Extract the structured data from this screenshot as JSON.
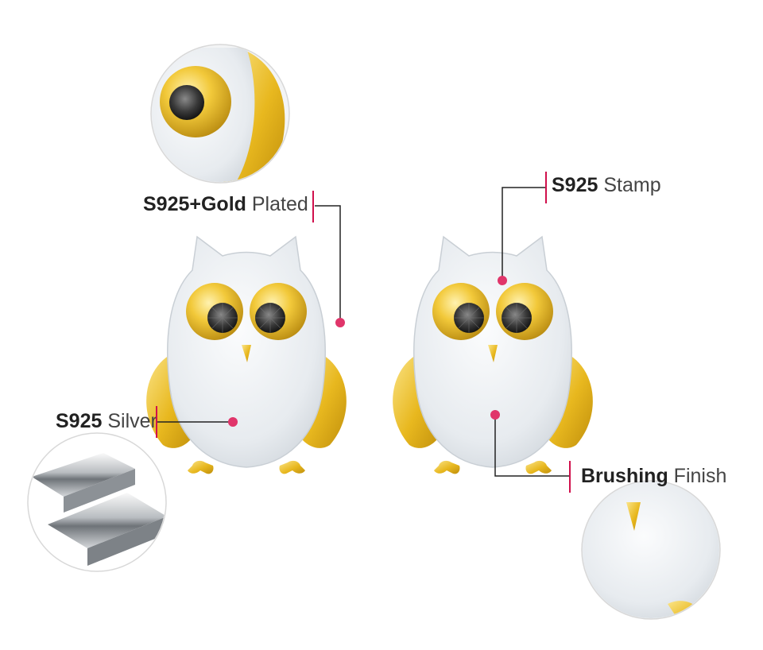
{
  "callouts": {
    "gold_plated": {
      "bold": "S925+Gold",
      "light": "Plated"
    },
    "stamp": {
      "bold": "S925",
      "light": "Stamp"
    },
    "silver": {
      "bold": "S925",
      "light": "Silver"
    },
    "brushing": {
      "bold": "Brushing",
      "light": "Finish"
    }
  },
  "colors": {
    "accent_dot": "#e0356a",
    "marker": "#d0104c",
    "leader_line": "#222222",
    "gold": "#e8b81f",
    "silver": "#e9edf1"
  }
}
